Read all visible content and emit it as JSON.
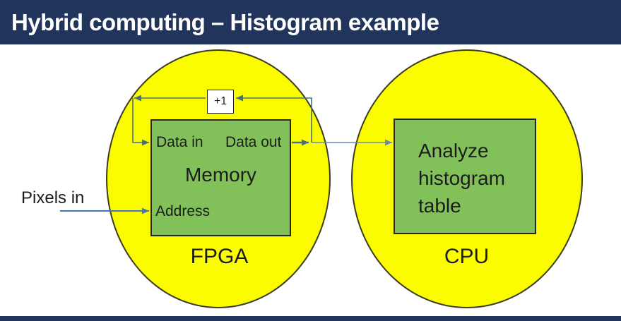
{
  "header": {
    "title": "Hybrid computing – Histogram example"
  },
  "fpga": {
    "label": "FPGA",
    "increment_label": "+1",
    "memory": {
      "title": "Memory",
      "data_in": "Data in",
      "data_out": "Data out",
      "address": "Address"
    }
  },
  "cpu": {
    "label": "CPU",
    "task_label": "Analyze histogram table"
  },
  "input": {
    "pixels_in_label": "Pixels in"
  },
  "colors": {
    "title_bar": "#21355C",
    "ellipse_fill": "#FCFC00",
    "ellipse_border": "#3C3C22",
    "box_fill": "#82C15A",
    "box_border": "#262626",
    "connector_teal": "#47717F",
    "connector_blue": "#4878B4",
    "connector_blue_light": "#6B8CB0"
  }
}
